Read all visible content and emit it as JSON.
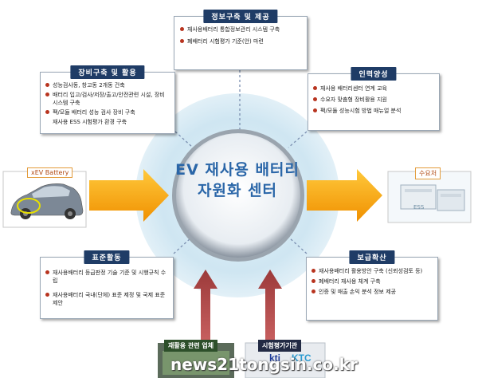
{
  "center": {
    "line1": "EV 재사용 배터리",
    "line2": "자원화 센터"
  },
  "boxes": {
    "info": {
      "title": "정보구축 및 제공",
      "items": [
        {
          "text": "재사용배터리 통합정보관리 시스템 구축",
          "bullet": true
        },
        {
          "text": "폐배터리 시험평가 기준(안) 마련",
          "bullet": true
        }
      ]
    },
    "equipment": {
      "title": "장비구축 및 활용",
      "items": [
        {
          "text": "성능검사동, 창고동 2개동 건축",
          "bullet": true
        },
        {
          "text": "배터리 입고/검사/저장/출고/안전관련 시설, 장비 시스템 구축",
          "bullet": true
        },
        {
          "text": "팩/모듈 배터리 성능 검사 장비 구축",
          "bullet": true
        },
        {
          "text": "재사용 ESS 시험평가 환경 구축",
          "bullet": false
        }
      ]
    },
    "talent": {
      "title": "인력양성",
      "items": [
        {
          "text": "재사용 배터리센터 연계 교육",
          "bullet": true
        },
        {
          "text": "수요자 맞춤형 장비활용 지원",
          "bullet": true
        },
        {
          "text": "팩/모듈 성능시험 방법 매뉴얼 분석",
          "bullet": true
        }
      ]
    },
    "standard": {
      "title": "표준활동",
      "items": [
        {
          "text": "재사용배터리 등급판정 기술 기준 및 시행규칙 수립",
          "bullet": true
        },
        {
          "text": "재사용배터리 국내(단체) 표준 제정 및 국제 표준 제안",
          "bullet": true
        }
      ]
    },
    "spread": {
      "title": "보급확산",
      "items": [
        {
          "text": "재사용배터리 활용방안 구축 (신뢰성검토 등)",
          "bullet": true
        },
        {
          "text": "폐배터리 재사용 체계 구축",
          "bullet": true
        },
        {
          "text": "인증 및 매출 손익 분석 정보 제공",
          "bullet": true
        }
      ]
    }
  },
  "labels": {
    "left": "xEV Battery",
    "right": "수요처",
    "ess": "ESS",
    "bottom_left": "재활용 관련 업체",
    "bottom_right": "시험평가기관",
    "bottom_right_logo1": "kti",
    "bottom_right_logo2": "KTC"
  },
  "watermark": "news21tongsin.co.kr",
  "colors": {
    "header": "#1f3c66",
    "bullet": "#b8341f",
    "arrow_orange": "#f5a300",
    "arrow_red": "#b84a4a",
    "center_text": "#2a66a8",
    "circle_fill": "#cfe6f2",
    "dashed": "#7b8fb0"
  }
}
